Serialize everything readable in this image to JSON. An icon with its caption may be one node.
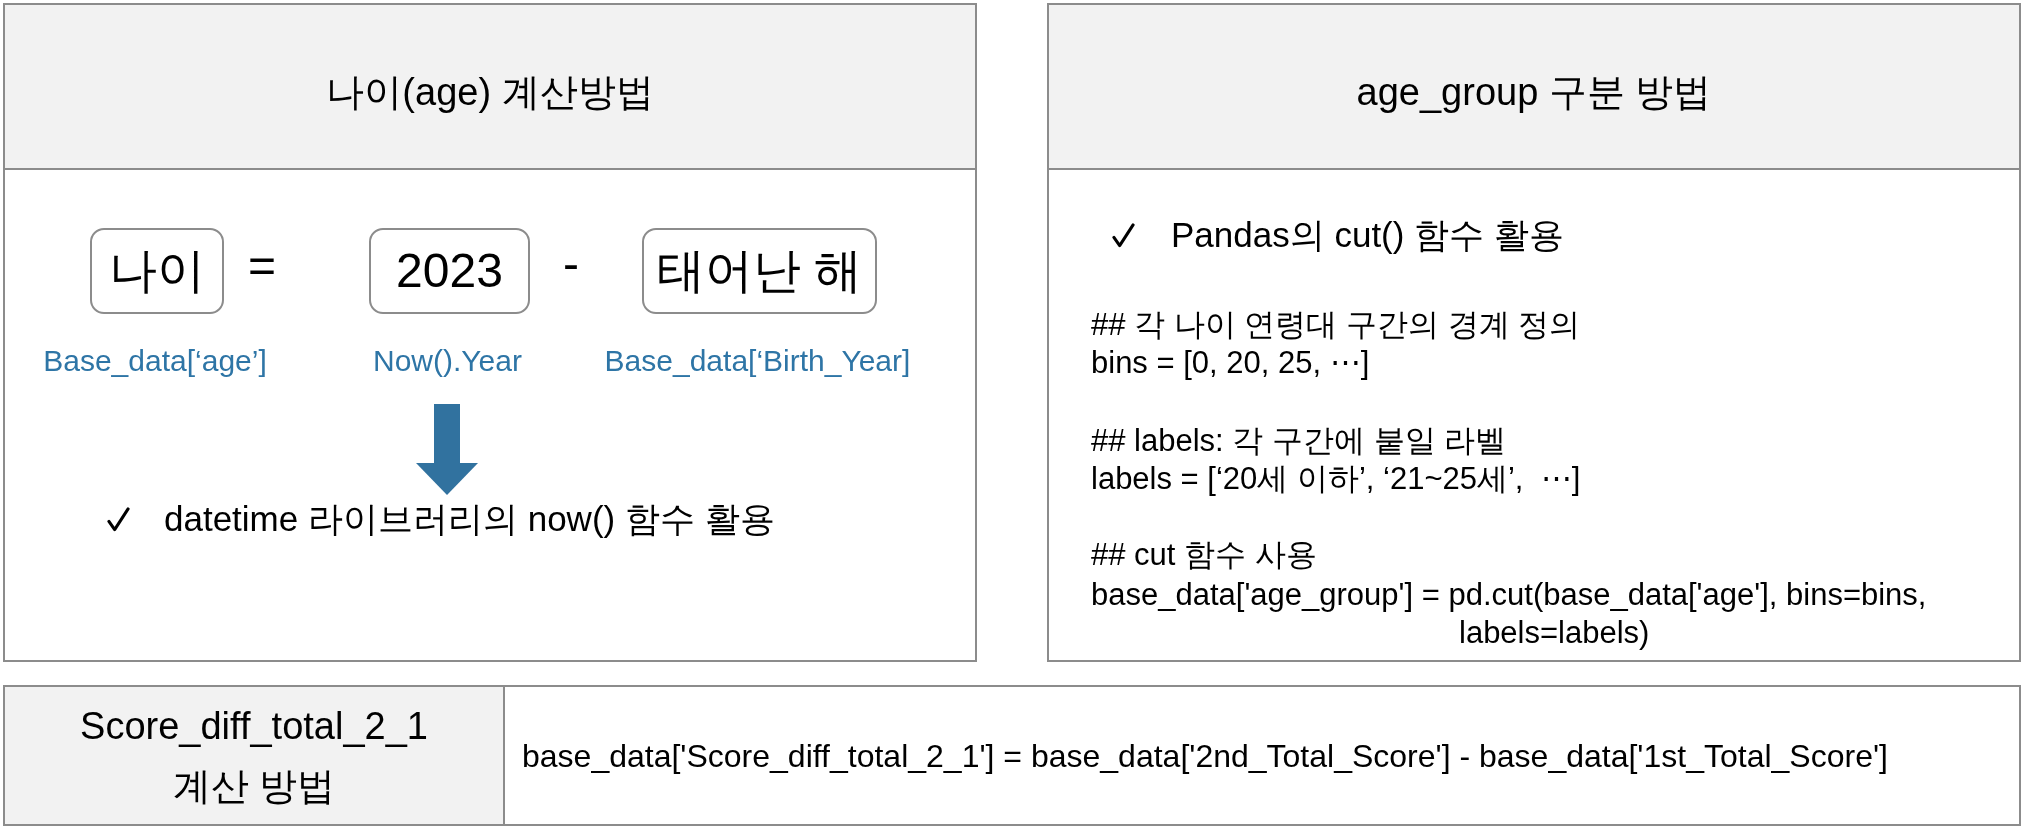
{
  "diagram": {
    "nodes": [
      {
        "text": [
          "나이(age) 계산방법"
        ]
      },
      {
        "text": [
          "나이"
        ],
        "in": 0,
        "beside": [
          "Base_data[‘age’]"
        ]
      },
      {
        "text": [
          "2023"
        ],
        "in": 0,
        "beside": [
          "Now().Year"
        ]
      },
      {
        "text": [
          "태어난 해"
        ],
        "in": 0,
        "beside": [
          "Base_data[‘Birth_Year]"
        ]
      },
      {
        "text": [
          "datetime 라이브러리의 now() 함수 활용"
        ],
        "in": 0
      },
      {
        "text": [
          "age_group 구분 방법",
          "Pandas의 cut() 함수 활용",
          "## 각 나이 연령대 구간의 경계 정의",
          "bins = [0, 20, 25, ⋯]",
          "## labels: 각 구간에 붙일 라벨",
          "labels = [‘20세 이하’, ‘21~25세’,  ⋯]",
          "## cut 함수 사용",
          "base_data['age_group'] = pd.cut(base_data['age'], bins=bins, labels=labels)"
        ]
      },
      {
        "text": [
          "Score_diff_total_2_1 계산 방법",
          "base_data['Score_diff_total_2_1'] = base_data['2nd_Total_Score'] - base_data['1st_Total_Score']"
        ]
      }
    ],
    "edges": [
      {
        "from": null,
        "to": 4,
        "arrow": "to",
        "color": "#31729f"
      }
    ],
    "labels": [
      "=",
      "-"
    ]
  }
}
